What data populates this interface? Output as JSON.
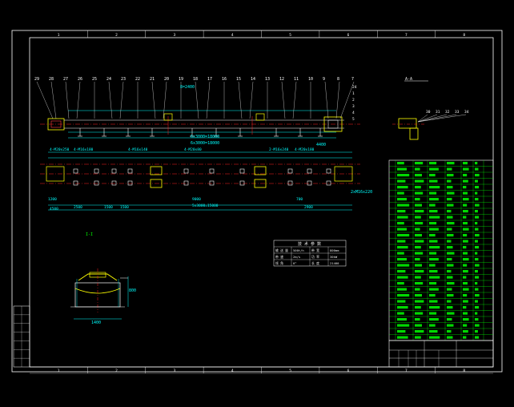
{
  "colors": {
    "background": "#000000",
    "frame": "#ffffff",
    "dimension": "#00ffff",
    "centerline": "#ff2020",
    "table": "#00ff00",
    "part": "#ffff00",
    "leader": "#ffffff"
  },
  "frame_zone_numbers": {
    "top": [
      "1",
      "2",
      "3",
      "4",
      "5",
      "6",
      "7",
      "8"
    ],
    "bottom": [
      "1",
      "2",
      "3",
      "4",
      "5",
      "6",
      "7",
      "8"
    ]
  },
  "elevation": {
    "balloons": [
      "29",
      "28",
      "27",
      "26",
      "25",
      "24",
      "23",
      "22",
      "21",
      "20",
      "19",
      "18",
      "17",
      "16",
      "15",
      "14",
      "13",
      "12",
      "11",
      "10",
      "9",
      "8",
      "7"
    ],
    "dims": [
      "8=2400",
      "6x3000=18000",
      "6x3000=18000",
      "4400"
    ],
    "side_labels": [
      "24",
      "1",
      "2",
      "3",
      "4",
      "5"
    ]
  },
  "plan": {
    "top_notes": [
      "4-M20x250",
      "4-M16x180",
      "4-M16x140",
      "4-M20x80",
      "2-M16x240",
      "4-M20x180"
    ],
    "dims": [
      "9000",
      "5x3000=15000",
      "700",
      "1500",
      "1500",
      "2500",
      "2900",
      "1200",
      "4500"
    ],
    "note_right": "2xM16x220"
  },
  "detail_view": {
    "title": "A-A",
    "balloons": [
      "30",
      "31",
      "32",
      "33",
      "34"
    ]
  },
  "section_view": {
    "title": "I-I",
    "dims": [
      "1400",
      "800"
    ]
  },
  "spec_table": {
    "title": "技 术 参 数",
    "rows": [
      [
        "输 送 量",
        "500t/h",
        "带 宽",
        "800mm"
      ],
      [
        "带 速",
        "2m/s",
        "功 率",
        "30kW"
      ],
      [
        "倾 角",
        "0°",
        "长 度",
        "21400"
      ]
    ]
  },
  "parts_list": {
    "row_count": 30
  },
  "side_stamp_rows": 7
}
